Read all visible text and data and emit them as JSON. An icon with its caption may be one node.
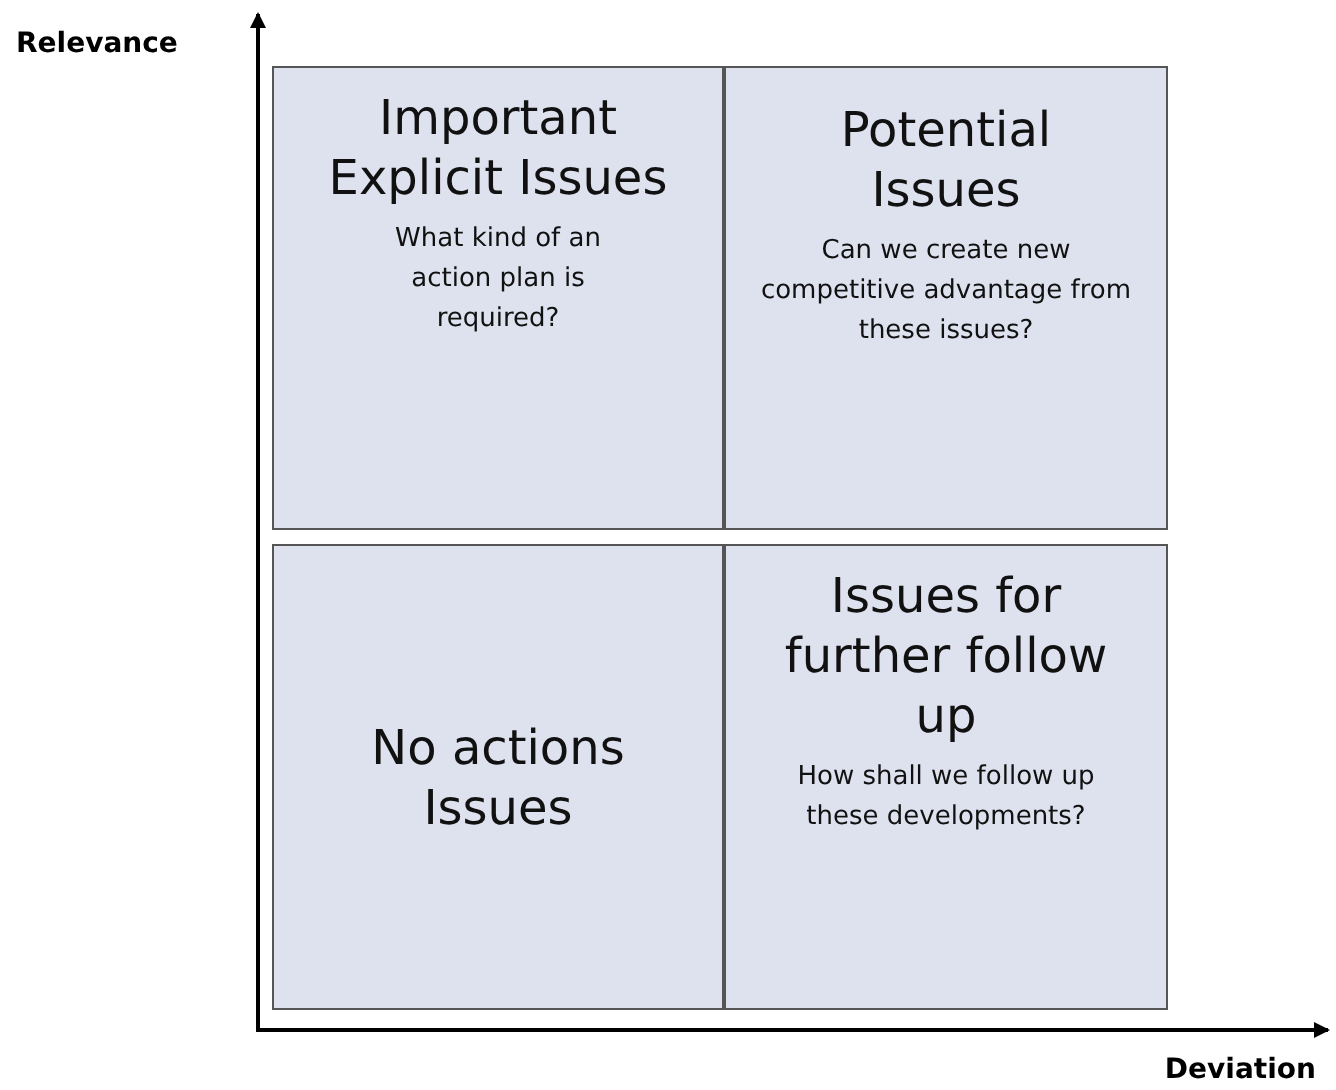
{
  "diagram": {
    "nodes": [
      {
        "text": [
          "Important Explicit Issues",
          "What kind of an action plan is required?"
        ]
      },
      {
        "text": [
          "Potential Issues",
          "Can we create new competitive advantage from these issues?"
        ]
      },
      {
        "text": [
          "No actions Issues"
        ]
      },
      {
        "text": [
          "Issues for further follow up",
          "How shall we follow up these developments?"
        ]
      }
    ],
    "labels": [
      "Relevance",
      "Deviation"
    ]
  }
}
